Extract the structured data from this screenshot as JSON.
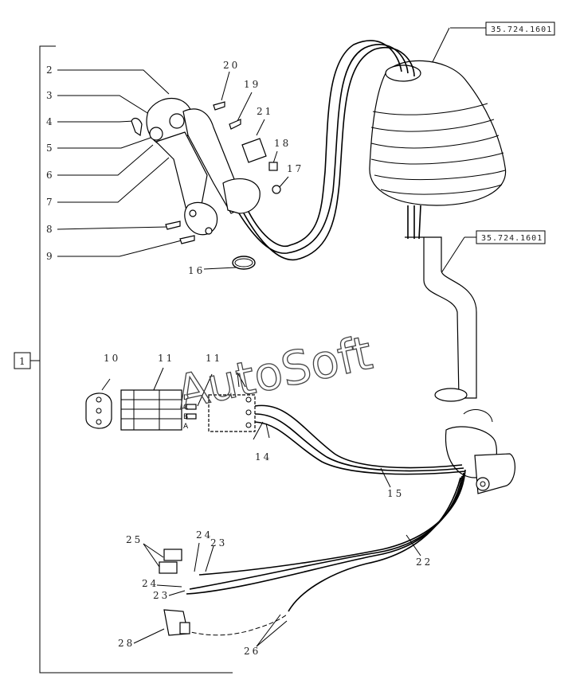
{
  "labels": {
    "n1": "1",
    "n2": "2",
    "n3": "3",
    "n4": "4",
    "n5": "5",
    "n6": "6",
    "n7": "7",
    "n8": "8",
    "n9": "9",
    "n10": "10",
    "n11": "11",
    "n12": "11",
    "n14": "14",
    "n15": "15",
    "n16": "16",
    "n17": "17",
    "n18": "18",
    "n19": "19",
    "n20": "20",
    "n21": "21",
    "n22": "22",
    "n23a": "23",
    "n23b": "23",
    "n24a": "24",
    "n24b": "24",
    "n25": "25",
    "n26": "26",
    "n28": "28"
  },
  "refs": {
    "ref_top": "35.724.1601",
    "ref_mid": "35.724.1601"
  },
  "connector_pins": [
    "D",
    "C",
    "B",
    "A"
  ],
  "watermark": "AutoSoft"
}
